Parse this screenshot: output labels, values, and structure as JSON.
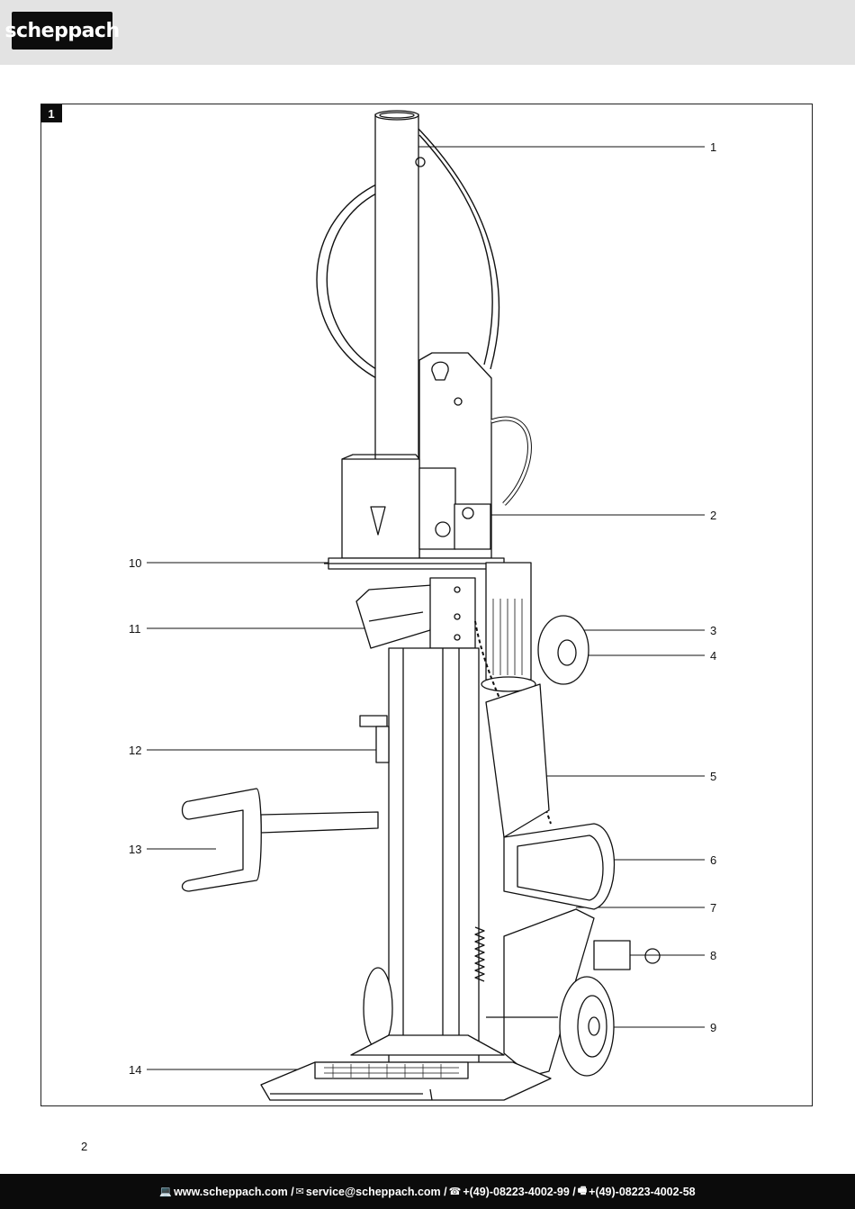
{
  "header": {
    "logo_text": "scheppach"
  },
  "figure": {
    "number": "1",
    "callouts": [
      {
        "id": "c1",
        "label": "1"
      },
      {
        "id": "c2",
        "label": "2"
      },
      {
        "id": "c3",
        "label": "3"
      },
      {
        "id": "c4",
        "label": "4"
      },
      {
        "id": "c5",
        "label": "5"
      },
      {
        "id": "c6",
        "label": "6"
      },
      {
        "id": "c7",
        "label": "7"
      },
      {
        "id": "c8",
        "label": "8"
      },
      {
        "id": "c9",
        "label": "9"
      },
      {
        "id": "c10",
        "label": "10"
      },
      {
        "id": "c11",
        "label": "11"
      },
      {
        "id": "c12",
        "label": "12"
      },
      {
        "id": "c13",
        "label": "13"
      },
      {
        "id": "c14",
        "label": "14"
      }
    ]
  },
  "page_number": "2",
  "footer": {
    "website": "www.scheppach.com /",
    "email": "service@scheppach.com /",
    "phone": "+(49)-08223-4002-99 /",
    "fax": "+(49)-08223-4002-58",
    "icons": [
      "computer-icon",
      "mail-icon",
      "phone-icon",
      "fax-icon"
    ]
  }
}
